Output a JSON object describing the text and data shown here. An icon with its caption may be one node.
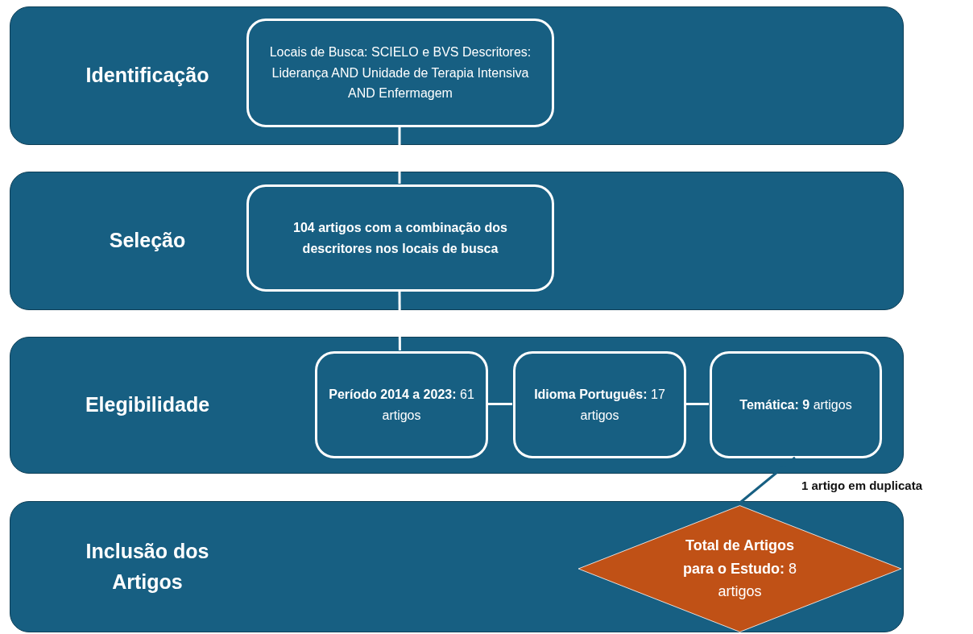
{
  "diagram": {
    "nodes": [
      {
        "text": [
          "Identificação"
        ]
      },
      {
        "text": [
          "Locais de Busca: SCIELO e BVS Descritores: Liderança AND Unidade de Terapia Intensiva AND Enfermagem"
        ],
        "in": 0
      },
      {
        "text": [
          "Seleção"
        ]
      },
      {
        "text": [
          "104 artigos com a combinação dos descritores nos locais de busca"
        ],
        "in": 2
      },
      {
        "text": [
          "Elegibilidade"
        ]
      },
      {
        "text": [
          "**Período 2014 a 2023:** 61 artigos"
        ],
        "in": 4
      },
      {
        "text": [
          "**Idioma Português:** 17 artigos"
        ],
        "in": 4
      },
      {
        "text": [
          "**Temática: 9** artigos"
        ],
        "in": 4
      },
      {
        "text": [
          "Inclusão dos Artigos"
        ]
      },
      {
        "text": [
          "**Total de Artigos para o Estudo:** 8 artigos"
        ],
        "in": 8
      }
    ],
    "edges": [
      {
        "from": 1,
        "to": 3,
        "arrow": "none"
      },
      {
        "from": 3,
        "to": 5,
        "arrow": "none"
      },
      {
        "from": 5,
        "to": 6,
        "arrow": "none"
      },
      {
        "from": 6,
        "to": 7,
        "arrow": "none"
      },
      {
        "from": 7,
        "to": 9,
        "arrow": "none",
        "color": "#175f82",
        "label": "1 artigo em duplicata"
      }
    ]
  }
}
